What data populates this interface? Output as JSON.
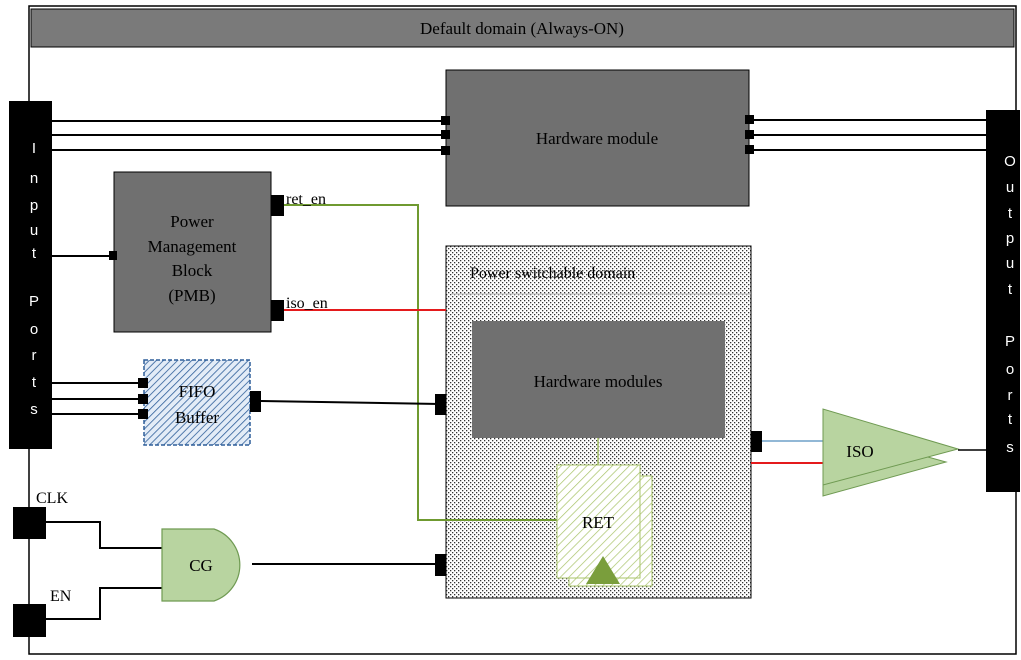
{
  "colors": {
    "module_fill": "#707070",
    "header_fill": "#7a7a7a",
    "gate_fill": "#b8d4a0",
    "gate_stroke": "#6f9a52",
    "fifo_fill": "#dce8f5",
    "fifo_stroke": "#2f5f9a",
    "iso_wire": "#e41a1c",
    "ret_wire": "#6f9a30",
    "iso_out_wire": "#6fa0c8"
  },
  "default_domain": {
    "title": "Default domain (Always-ON)"
  },
  "input_ports": {
    "letters": [
      "I",
      "n",
      "p",
      "u",
      "t",
      "",
      "P",
      "o",
      "r",
      "t",
      "s"
    ]
  },
  "output_ports": {
    "letters": [
      "O",
      "u",
      "t",
      "p",
      "u",
      "t",
      "",
      "P",
      "o",
      "r",
      "t",
      "s"
    ]
  },
  "hardware_module": {
    "label": "Hardware module"
  },
  "pmb": {
    "lines": [
      "Power",
      "Management",
      "Block",
      "(PMB)"
    ]
  },
  "signals": {
    "ret_en": "ret_en",
    "iso_en": "iso_en",
    "clk": "CLK",
    "en": "EN"
  },
  "fifo": {
    "lines": [
      "FIFO",
      "Buffer"
    ]
  },
  "power_switchable_domain": {
    "title": "Power switchable domain"
  },
  "hardware_modules": {
    "label": "Hardware modules"
  },
  "ret": {
    "label": "RET"
  },
  "cg": {
    "label": "CG"
  },
  "iso": {
    "label": "ISO"
  }
}
